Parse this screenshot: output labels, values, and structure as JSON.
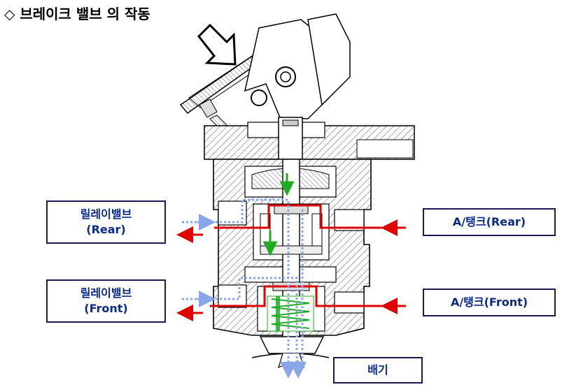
{
  "title": "◇ 브레이크 밸브 의 작동",
  "labels": {
    "relay_rear_line1": "릴레이밸브",
    "relay_rear_line2": "(Rear)",
    "relay_front_line1": "릴레이밸브",
    "relay_front_line2": "(Front)",
    "tank_rear": "A/탱크(Rear)",
    "tank_front": "A/탱크(Front)",
    "exhaust": "배기"
  },
  "colors": {
    "pressure_line": "#e00000",
    "exhaust_line": "#8aa6e8",
    "spring": "#22aa22",
    "label_text": "#0b2a8a"
  }
}
